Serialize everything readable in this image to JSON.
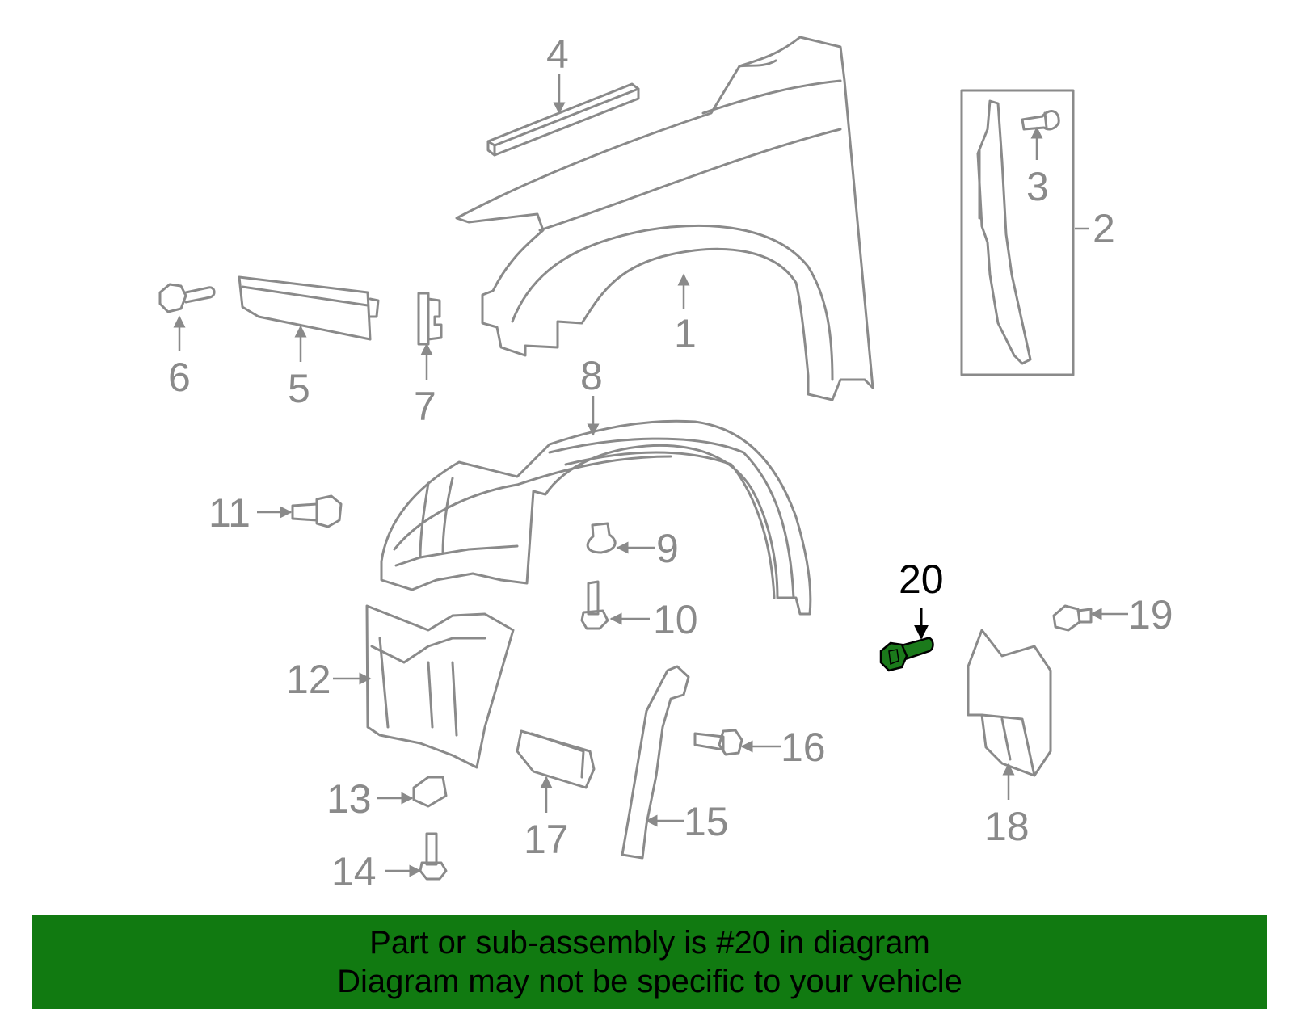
{
  "diagram": {
    "callouts": [
      "1",
      "2",
      "3",
      "4",
      "5",
      "6",
      "7",
      "8",
      "9",
      "10",
      "11",
      "12",
      "13",
      "14",
      "15",
      "16",
      "17",
      "18",
      "19",
      "20"
    ],
    "highlighted_callout": "20"
  },
  "colors": {
    "part_stroke": "#8a8a8a",
    "highlight_part": "#1b7a1b",
    "banner_background": "#117a11",
    "banner_text": "#000000"
  },
  "banner": {
    "line1": "Part or sub-assembly is #20 in diagram",
    "line2": "Diagram may not be specific to your vehicle"
  }
}
